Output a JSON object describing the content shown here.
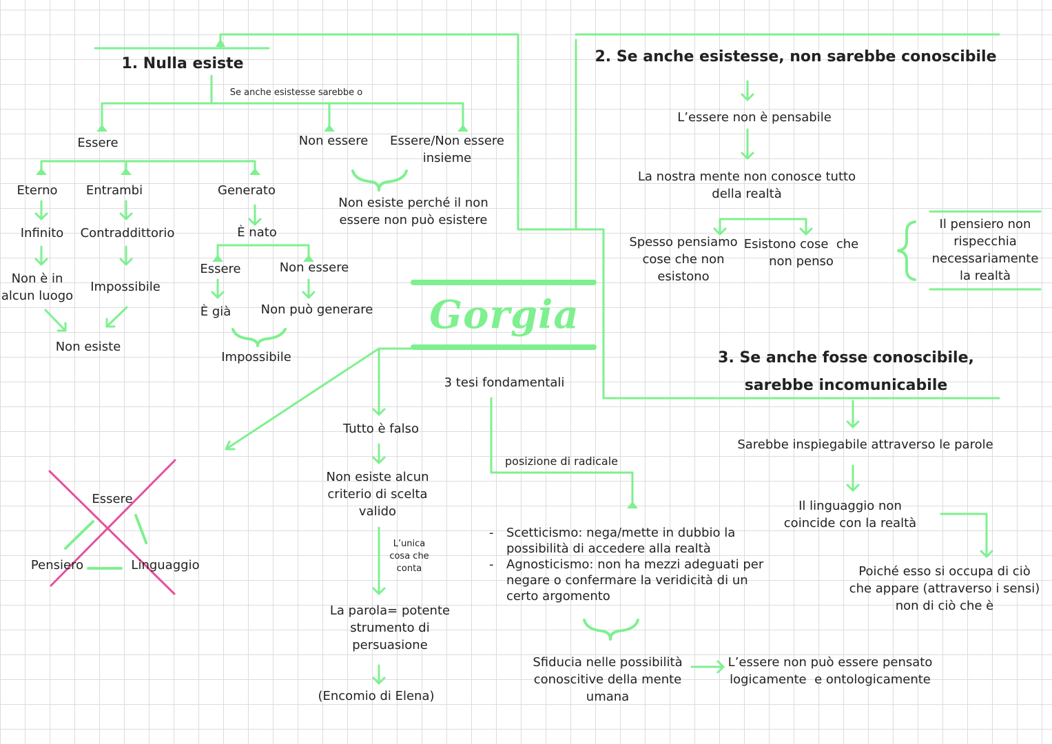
{
  "colors": {
    "line": "#7ef08f",
    "cross": "#e5509a",
    "text": "#222222"
  },
  "title": "Gorgia",
  "subtitle": "3 tesi fondamentali",
  "thesis1": {
    "heading": "1. Nulla esiste",
    "note": "Se anche esistesse sarebbe o",
    "essere": "Essere",
    "non_essere": "Non essere",
    "essere_non_essere": "Essere/Non essere\ninsieme",
    "non_esiste_perche": "Non esiste perché il non\nessere non può esistere",
    "eterno": "Eterno",
    "entrambi": "Entrambi",
    "generato": "Generato",
    "infinito": "Infinito",
    "contraddittorio": "Contraddittorio",
    "e_nato": "È nato",
    "non_e_in_alcun_luogo": "Non è in\nalcun luogo",
    "impossibile_1": "Impossibile",
    "essere_gen": "Essere",
    "non_essere_gen": "Non essere",
    "e_gia": "È già",
    "non_puo_generare": "Non può generare",
    "non_esiste": "Non esiste",
    "impossibile_2": "Impossibile"
  },
  "thesis2": {
    "heading": "2. Se anche esistesse, non sarebbe conoscibile",
    "step1": "L’essere non è pensabile",
    "step2": "La nostra mente non conosce tutto\ndella realtà",
    "branch_a": "Spesso pensiamo\ncose che non\nesistono",
    "branch_b": "Esistono cose  che\nnon penso",
    "conclusion": "Il pensiero non\nrispecchia\nnecessariamente\nla realtà"
  },
  "thesis3": {
    "heading": "3. Se anche fosse conoscibile,\nsarebbe incomunicabile",
    "step1": "Sarebbe inspiegabile attraverso le parole",
    "step2": "Il linguaggio non\ncoincide con la realtà",
    "step3": "Poiché esso si occupa di ciò\nche appare (attraverso i sensi)\nnon di ciò che è"
  },
  "center": {
    "tutto_falso": "Tutto è falso",
    "non_esiste_criterio": "Non esiste alcun\ncriterio di scelta\nvalido",
    "unica_cosa": "L’unica\ncosa che\nconta",
    "parola": "La parola= potente\nstrumento di\npersuasione",
    "encomio": "(Encomio di Elena)"
  },
  "radicale": {
    "label": "posizione di radicale",
    "bullets": [
      "Scetticismo: nega/mette in dubbio la\npossibilità di accedere alla realtà",
      "Agnosticismo: non ha mezzi adeguati per\nnegare o confermare la veridicità di un\ncerto argomento"
    ],
    "sfiducia": "Sfiducia nelle possibilità\nconoscitive della mente\numana",
    "essere_non_pensato": "L’essere non può essere pensato\nlogicamente  e ontologicamente"
  },
  "triangle": {
    "essere": "Essere",
    "pensiero": "Pensiero",
    "linguaggio": "Linguaggio"
  }
}
